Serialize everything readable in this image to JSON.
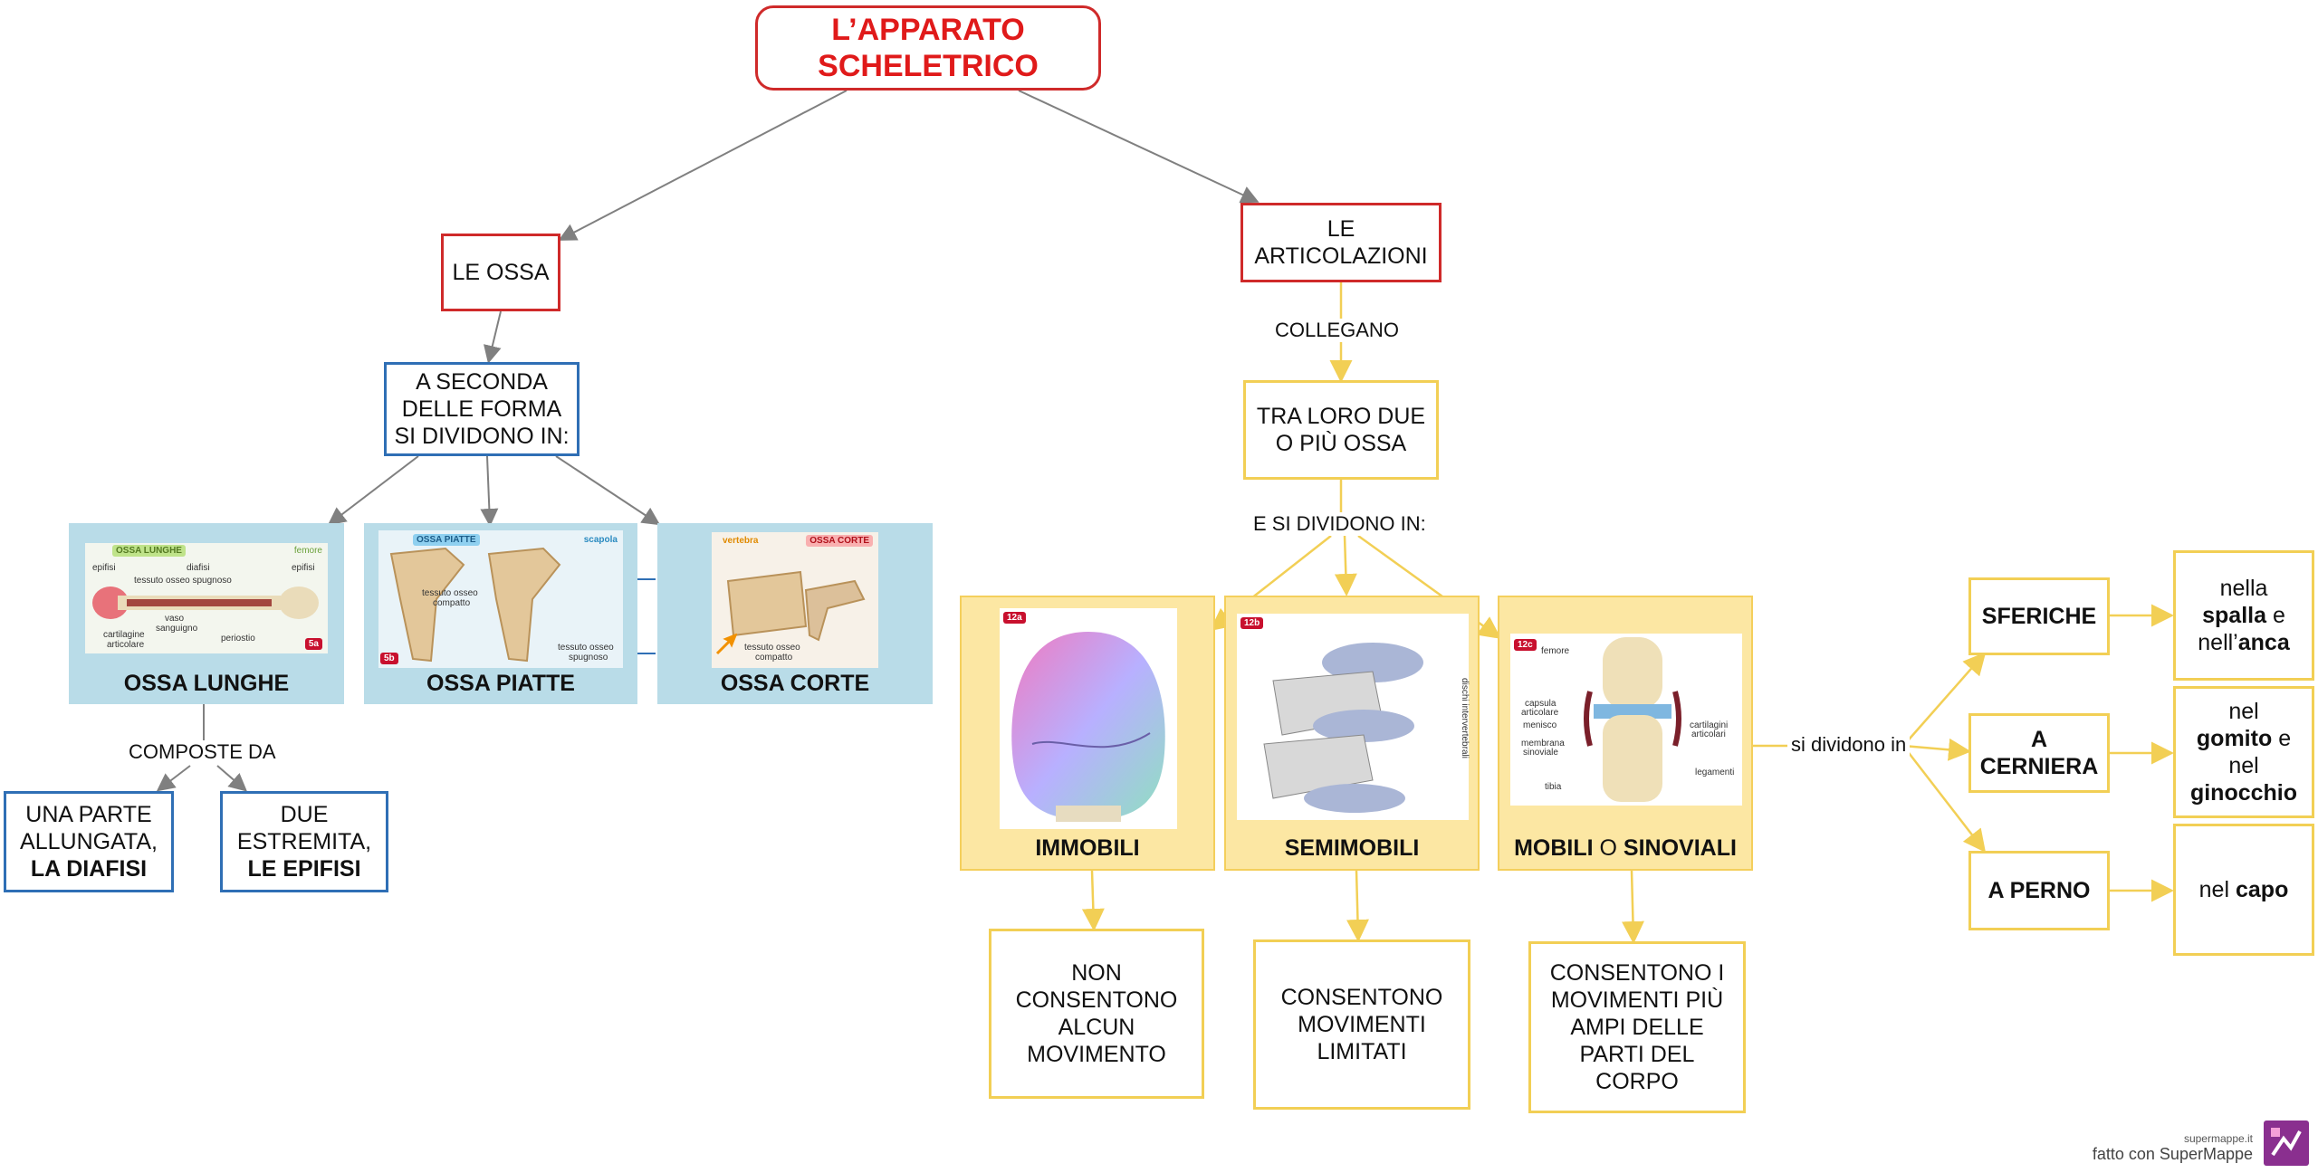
{
  "title": [
    "L’APPARATO",
    "SCHELETRICO"
  ],
  "ossa": {
    "header": "LE OSSA",
    "forma": [
      "A SECONDA",
      "DELLE FORMA",
      "SI DIVIDONO IN:"
    ],
    "lunghe": {
      "caption": "OSSA  LUNGHE",
      "tag": "OSSA LUNGHE",
      "femore": "femore",
      "epifisi": "epifisi",
      "diafisi": "diafisi",
      "epifisi2": "epifisi",
      "spugnoso": "tessuto osseo spugnoso",
      "vaso": "vaso",
      "sanguigno": "sanguigno",
      "cart1": "cartilagine",
      "cart2": "articolare",
      "periostio": "periostio",
      "badge": "5a"
    },
    "piatte": {
      "caption": "OSSA  PIATTE",
      "tag": "OSSA PIATTE",
      "scapola": "scapola",
      "compatto1": "tessuto osseo",
      "compatto2": "compatto",
      "spugnoso1": "tessuto osseo",
      "spugnoso2": "spugnoso",
      "badge": "5b"
    },
    "corte": {
      "caption": "OSSA  CORTE",
      "vertebra": "vertebra",
      "tag": "OSSA CORTE",
      "compatto1": "tessuto osseo",
      "compatto2": "compatto"
    },
    "composte": "COMPOSTE DA",
    "diafisi": [
      "UNA PARTE",
      "ALLUNGATA,",
      "LA DIAFISI"
    ],
    "epifisi": [
      "DUE",
      "ESTREMITA,",
      "LE  EPIFISI"
    ]
  },
  "articolazioni": {
    "header": [
      "LE",
      "ARTICOLAZIONI"
    ],
    "collegano": "COLLEGANO",
    "ossa": [
      "TRA LORO DUE",
      "O PIÙ OSSA"
    ],
    "dividono": "E SI DIVIDONO IN:",
    "immobili": {
      "caption": "IMMOBILI",
      "badge": "12a",
      "desc": [
        "NON",
        "CONSENTONO",
        "ALCUN",
        "MOVIMENTO"
      ]
    },
    "semimobili": {
      "caption": "SEMIMOBILI",
      "badge": "12b",
      "dischi": "dischi intervertebrali",
      "desc": [
        "CONSENTONO",
        "MOVIMENTI",
        "LIMITATI"
      ]
    },
    "mobili": {
      "caption_a": "MOBILI",
      "caption_o": "O",
      "caption_b": "SINOVIALI",
      "badge": "12c",
      "femore": "femore",
      "capsula1": "capsula",
      "capsula2": "articolare",
      "menisco": "menisco",
      "membrana1": "membrana",
      "membrana2": "sinoviale",
      "tibia": "tibia",
      "cart1": "cartilagini",
      "cart2": "articolari",
      "legamenti": "legamenti",
      "desc": [
        "CONSENTONO I",
        "MOVIMENTI PIÙ",
        "AMPI DELLE",
        "PARTI DEL",
        "CORPO"
      ]
    },
    "si_dividono": "si dividono in",
    "sferiche": "SFERICHE",
    "cerniera": [
      "A",
      "CERNIERA"
    ],
    "perno": "A PERNO",
    "ex_sferiche": {
      "a": "nella",
      "b": "spalla",
      "c": "e",
      "d": "nell’",
      "e": "anca"
    },
    "ex_cerniera": {
      "a": "nel",
      "b": "gomito",
      "c": "e",
      "d": "nel",
      "e": "ginocchio"
    },
    "ex_perno": {
      "a": "nel",
      "b": "capo"
    }
  },
  "footer": {
    "site": "supermappe.it",
    "made": "fatto con SuperMappe"
  },
  "colors": {
    "red": "#cf2a2a",
    "blue": "#2f6fb5",
    "yellow": "#f2cf55",
    "arrow_gray": "#808080",
    "title_red": "#e01a1a"
  }
}
